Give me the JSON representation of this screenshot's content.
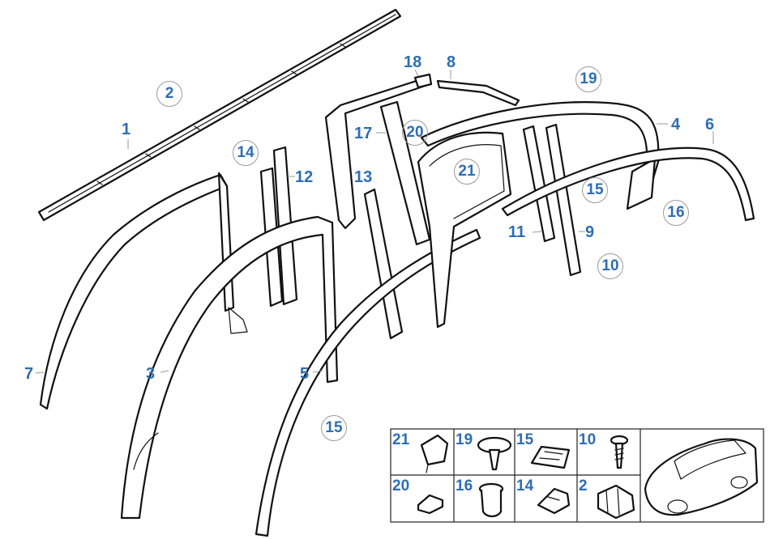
{
  "diagram": {
    "callouts": [
      {
        "id": "c1",
        "label": "1"
      },
      {
        "id": "c2",
        "label": "2",
        "circled": true
      },
      {
        "id": "c3",
        "label": "3"
      },
      {
        "id": "c4",
        "label": "4"
      },
      {
        "id": "c5",
        "label": "5"
      },
      {
        "id": "c6",
        "label": "6"
      },
      {
        "id": "c7",
        "label": "7"
      },
      {
        "id": "c8",
        "label": "8"
      },
      {
        "id": "c9",
        "label": "9"
      },
      {
        "id": "c10",
        "label": "10",
        "circled": true
      },
      {
        "id": "c11",
        "label": "11"
      },
      {
        "id": "c12",
        "label": "12"
      },
      {
        "id": "c13",
        "label": "13"
      },
      {
        "id": "c14",
        "label": "14",
        "circled": true
      },
      {
        "id": "c15a",
        "label": "15",
        "circled": true
      },
      {
        "id": "c15b",
        "label": "15",
        "circled": true
      },
      {
        "id": "c16",
        "label": "16",
        "circled": true
      },
      {
        "id": "c17",
        "label": "17"
      },
      {
        "id": "c18",
        "label": "18"
      },
      {
        "id": "c19",
        "label": "19",
        "circled": true
      },
      {
        "id": "c20",
        "label": "20",
        "circled": true
      },
      {
        "id": "c21",
        "label": "21",
        "circled": true
      }
    ],
    "legend": [
      {
        "label": "21",
        "icon": "bracket-clip-icon"
      },
      {
        "label": "19",
        "icon": "expanding-rivet-icon"
      },
      {
        "label": "15",
        "icon": "molding-clip-icon"
      },
      {
        "label": "10",
        "icon": "screw-icon"
      },
      {
        "label": "20",
        "icon": "pad-icon"
      },
      {
        "label": "16",
        "icon": "grommet-icon"
      },
      {
        "label": "14",
        "icon": "clip-icon"
      },
      {
        "label": "2",
        "icon": "double-clip-icon"
      }
    ],
    "vehicle_icon": "car-silhouette-icon",
    "colors": {
      "callout": "#2e6db4",
      "line": "#111111",
      "leader": "#999999"
    }
  }
}
